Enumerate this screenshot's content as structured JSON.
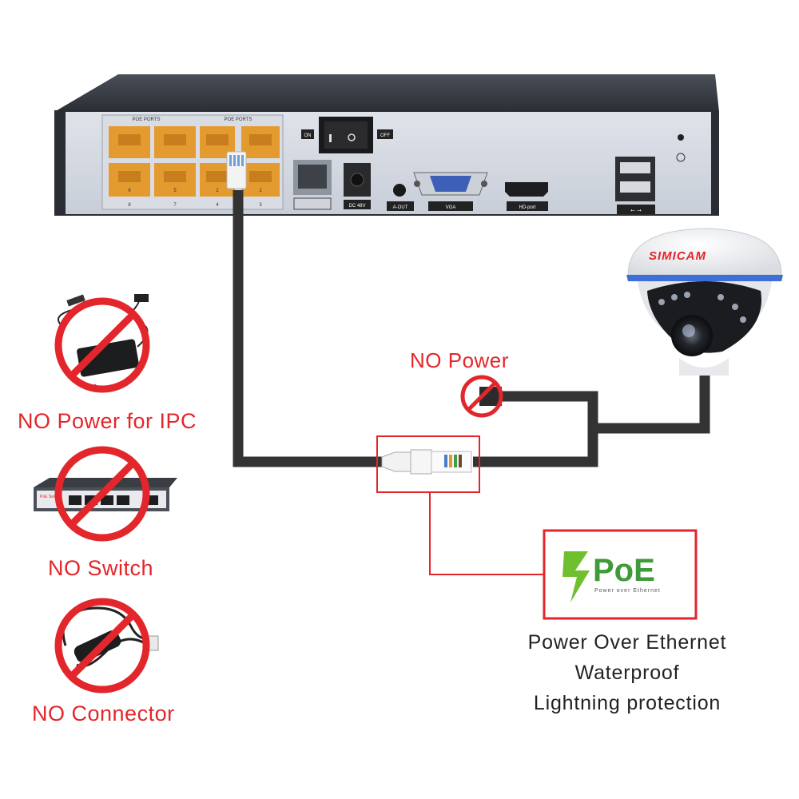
{
  "nvr": {
    "poe_ports_left": "POE PORTS",
    "poe_ports_right": "POE PORTS",
    "port_numbers_top": [
      "6",
      "5",
      "2",
      "1"
    ],
    "port_numbers_bottom": [
      "8",
      "7",
      "4",
      "3"
    ],
    "switch_on": "ON",
    "switch_off": "OFF",
    "dc_label": "DC 48V",
    "aout_label": "A-OUT",
    "vga_label": "VGA",
    "hd_label": "HD-port"
  },
  "camera": {
    "brand": "SIMICAM"
  },
  "labels": {
    "no_power": "NO Power",
    "no_power_ipc": "NO Power for IPC",
    "no_switch": "NO Switch",
    "no_connector": "NO Connector"
  },
  "switch_device": {
    "brand": "PoE Switch"
  },
  "poe_logo": {
    "title": "PoE",
    "subtitle": "Power over Ethernet"
  },
  "features": [
    "Power Over Ethernet",
    "Waterproof",
    "Lightning protection"
  ],
  "colors": {
    "accent_red": "#e3262b",
    "poe_green": "#3f9a3a",
    "port_orange": "#e39a2e",
    "cable": "#333333"
  }
}
